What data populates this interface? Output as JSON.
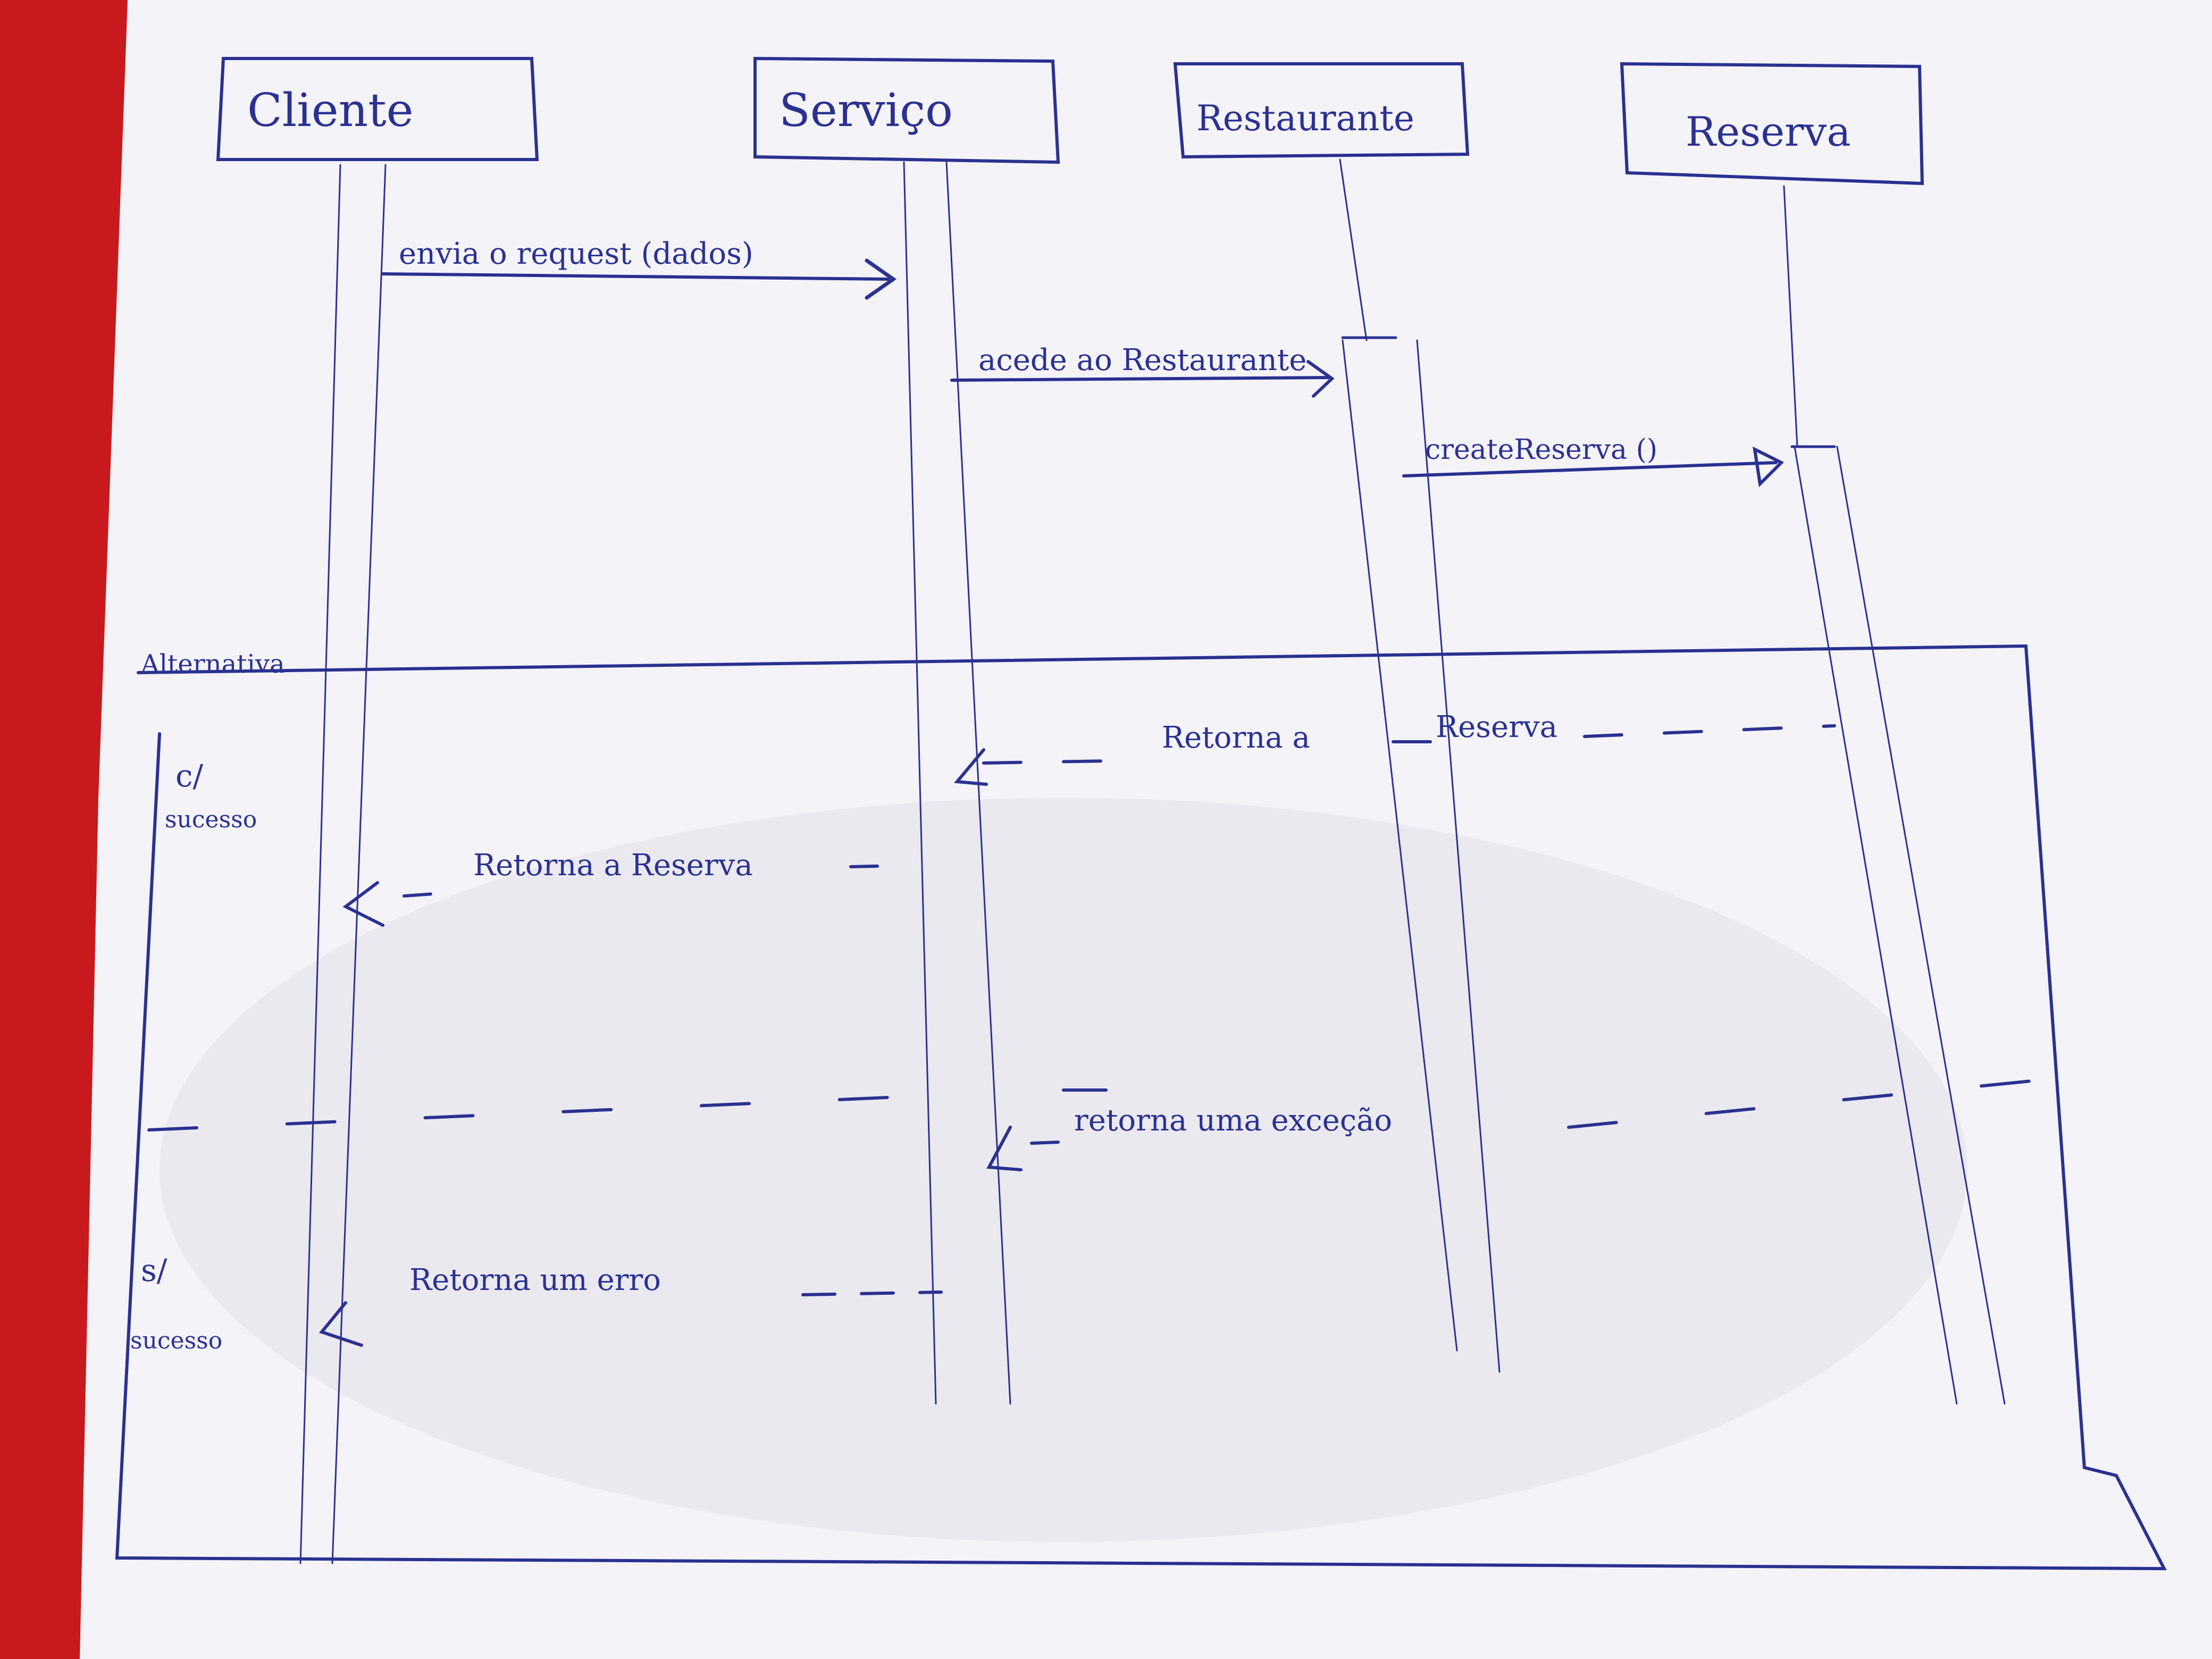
{
  "diagram": {
    "actors": [
      "Cliente",
      "Serviço",
      "Restaurante",
      "Reserva"
    ],
    "fragment": {
      "label": "Alternativa",
      "guard_success": "c/ sucesso",
      "guard_success_line1": "c/",
      "guard_success_line2": "sucesso",
      "guard_failure_line1": "s/",
      "guard_failure_line2": "sucesso"
    },
    "messages": [
      {
        "from": "Cliente",
        "to": "Serviço",
        "label": "envia o request (dados)",
        "kind": "sync"
      },
      {
        "from": "Serviço",
        "to": "Restaurante",
        "label": "acede ao Restaurante",
        "kind": "async"
      },
      {
        "from": "Restaurante",
        "to": "Reserva",
        "label": "createReserva ()",
        "kind": "sync"
      },
      {
        "from": "Reserva",
        "to": "Serviço",
        "label_part1": "Retorna a",
        "label_part2": "Reserva",
        "kind": "return"
      },
      {
        "from": "Serviço",
        "to": "Cliente",
        "label": "Retorna a Reserva",
        "kind": "return"
      },
      {
        "from": "Restaurante",
        "to": "Serviço",
        "label": "retorna uma exceção",
        "kind": "return"
      },
      {
        "from": "Serviço",
        "to": "Cliente",
        "label": "Retorna um erro",
        "kind": "return"
      }
    ]
  },
  "colors": {
    "ink": "#2b3190",
    "paper": "#f2f2f7",
    "table": "#c81a1c"
  }
}
